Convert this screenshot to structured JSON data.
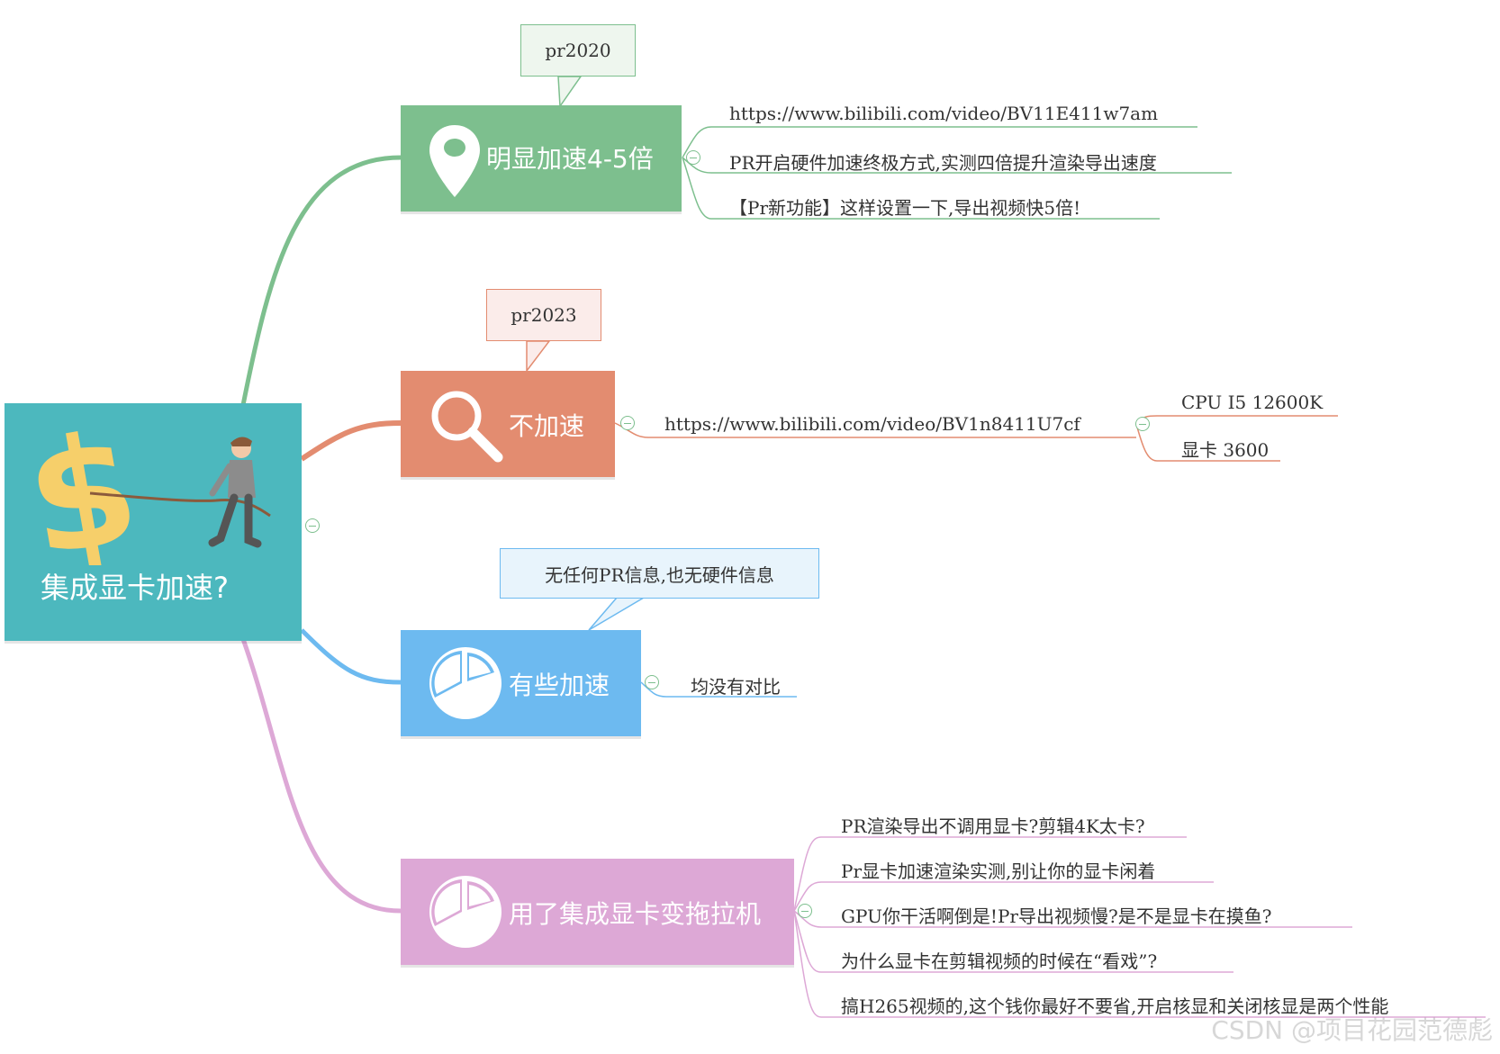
{
  "root": {
    "label": "集成显卡加速?",
    "color": "#4cb8be"
  },
  "branches": [
    {
      "label": "明显加速4-5倍",
      "color": "#7dbf8e",
      "icon": "map-pin-icon",
      "callout": "pr2020",
      "leaves": [
        "https://www.bilibili.com/video/BV11E411w7am",
        "PR开启硬件加速终极方式,实测四倍提升渲染导出速度",
        "【Pr新功能】这样设置一下,导出视频快5倍!"
      ]
    },
    {
      "label": "不加速",
      "color": "#e38c70",
      "icon": "search-icon",
      "callout": "pr2023",
      "leaves": [
        "https://www.bilibili.com/video/BV1n8411U7cf"
      ],
      "subleaves": [
        "CPU I5 12600K",
        "显卡 3600"
      ]
    },
    {
      "label": "有些加速",
      "color": "#6dbaf0",
      "icon": "pie-chart-icon",
      "callout": "无任何PR信息,也无硬件信息",
      "leaves": [
        "均没有对比"
      ]
    },
    {
      "label": "用了集成显卡变拖拉机",
      "color": "#dda8d6",
      "icon": "pie-chart-icon",
      "leaves": [
        "PR渲染导出不调用显卡?剪辑4K太卡?",
        "Pr显卡加速渲染实测,别让你的显卡闲着",
        "GPU你干活啊倒是!Pr导出视频慢?是不是显卡在摸鱼?",
        "为什么显卡在剪辑视频的时候在“看戏”?",
        "搞H265视频的,这个钱你最好不要省,开启核显和关闭核显是两个性能"
      ]
    }
  ],
  "watermark": "CSDN @项目花园范德彪"
}
